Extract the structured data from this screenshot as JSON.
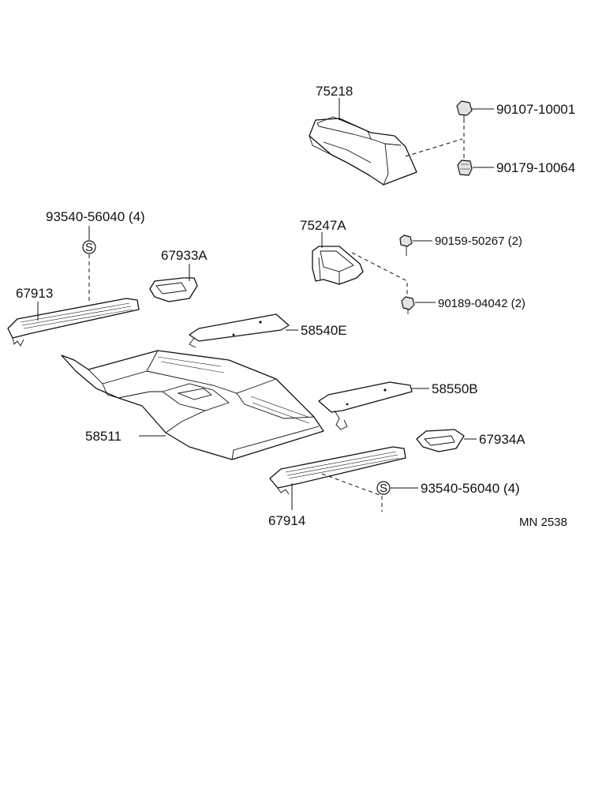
{
  "diagram": {
    "labels": {
      "p75218": "75218",
      "p90107": "90107-10001",
      "p90179": "90179-10064",
      "p93540_top": "93540-56040 (4)",
      "p75247A": "75247A",
      "p90159": "90159-50267 (2)",
      "p67933A": "67933A",
      "p67913": "67913",
      "p90189": "90189-04042 (2)",
      "p58540E": "58540E",
      "p58550B": "58550B",
      "p58511": "58511",
      "p67934A": "67934A",
      "p93540_bottom": "93540-56040 (4)",
      "p67914": "67914",
      "ref": "MN 2538"
    },
    "s_mark": "S"
  }
}
